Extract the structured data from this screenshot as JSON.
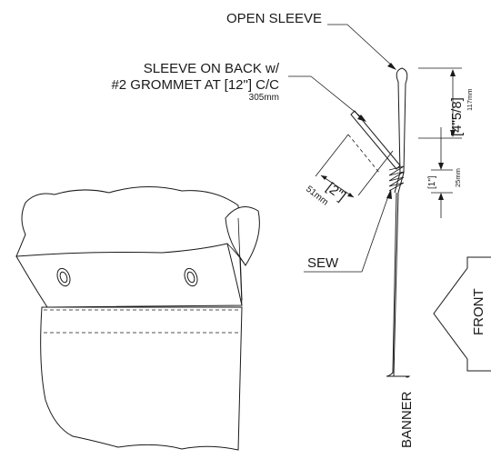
{
  "labels": {
    "open_sleeve": "OPEN SLEEVE",
    "sleeve_on_back_1": "SLEEVE ON BACK w/",
    "sleeve_on_back_2": "#2 GROMMET AT [12\"] C/C",
    "sleeve_on_back_mm": "305mm",
    "sew": "SEW",
    "front": "FRONT",
    "banner": "BANNER"
  },
  "dimensions": {
    "sleeve_depth": "[2\"]",
    "sleeve_depth_mm": "51mm",
    "total_height": "[4\"5/8]",
    "total_height_mm": "117mm",
    "sew_band": "[1\"]",
    "sew_band_mm": "25mm"
  }
}
